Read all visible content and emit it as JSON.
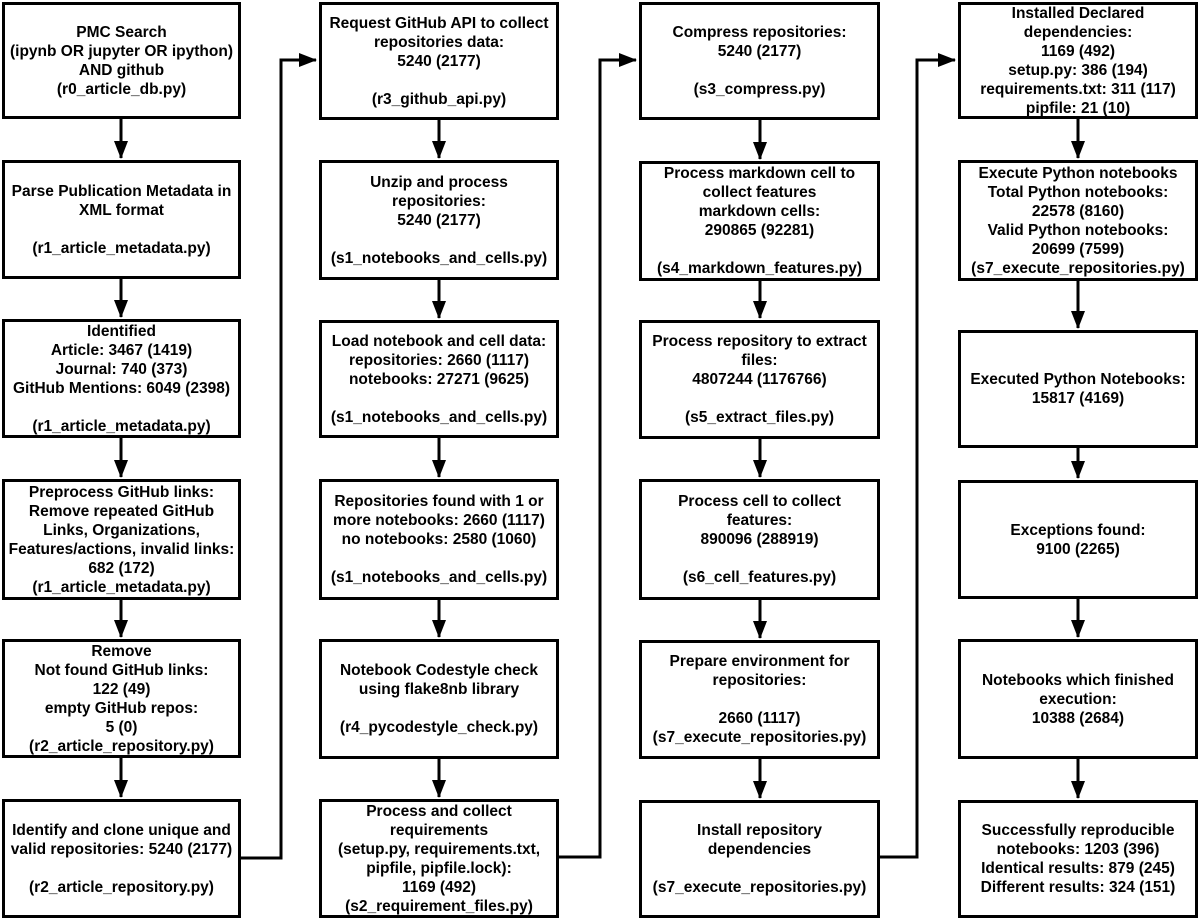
{
  "colors": {
    "background": "#ffffff",
    "box_border": "#000000",
    "box_fill": "#ffffff",
    "text": "#000000",
    "arrow": "#000000"
  },
  "diagram": {
    "type": "flowchart",
    "columns": [
      {
        "id": "article-collection",
        "boxes": [
          {
            "id": "pmc-search",
            "lines": [
              "PMC Search",
              "(ipynb OR jupyter OR ipython)",
              "AND github",
              "(r0_article_db.py)"
            ]
          },
          {
            "id": "parse-metadata",
            "lines": [
              "Parse Publication Metadata in",
              "XML format",
              "",
              "(r1_article_metadata.py)"
            ]
          },
          {
            "id": "identified-counts",
            "lines": [
              "Identified",
              "Article: 3467 (1419)",
              "Journal: 740 (373)",
              "GitHub Mentions: 6049 (2398)",
              "",
              "(r1_article_metadata.py)"
            ]
          },
          {
            "id": "preprocess-github-links",
            "lines": [
              "Preprocess GitHub links:",
              "Remove repeated GitHub",
              "Links, Organizations,",
              "Features/actions, invalid links:",
              "682 (172)",
              "(r1_article_metadata.py)"
            ]
          },
          {
            "id": "remove-not-found",
            "lines": [
              "Remove",
              "Not found GitHub links:",
              "122 (49)",
              "empty GitHub repos:",
              "5 (0)",
              "(r2_article_repository.py)"
            ]
          },
          {
            "id": "clone-repositories",
            "lines": [
              "Identify and clone unique and",
              "valid repositories: 5240 (2177)",
              "",
              "(r2_article_repository.py)"
            ]
          }
        ]
      },
      {
        "id": "repository-processing",
        "boxes": [
          {
            "id": "github-api-request",
            "lines": [
              "Request GitHub API to collect",
              "repositories data:",
              "5240 (2177)",
              "",
              "(r3_github_api.py)"
            ]
          },
          {
            "id": "unzip-repositories",
            "lines": [
              "Unzip and process",
              "repositories:",
              "5240 (2177)",
              "",
              "(s1_notebooks_and_cells.py)"
            ]
          },
          {
            "id": "load-notebook-cell-data",
            "lines": [
              "Load notebook and cell data:",
              "repositories: 2660 (1117)",
              "notebooks: 27271 (9625)",
              "",
              "(s1_notebooks_and_cells.py)"
            ]
          },
          {
            "id": "repositories-with-notebooks",
            "lines": [
              "Repositories found with 1 or",
              "more notebooks: 2660 (1117)",
              "no notebooks: 2580 (1060)",
              "",
              "(s1_notebooks_and_cells.py)"
            ]
          },
          {
            "id": "codestyle-check",
            "lines": [
              "Notebook Codestyle check",
              "using flake8nb library",
              "",
              "(r4_pycodestyle_check.py)"
            ]
          },
          {
            "id": "collect-requirements",
            "lines": [
              "Process and collect",
              "requirements",
              "(setup.py, requirements.txt,",
              "pipfile, pipfile.lock):",
              "1169 (492)",
              "(s2_requirement_files.py)"
            ]
          }
        ]
      },
      {
        "id": "feature-extraction",
        "boxes": [
          {
            "id": "compress-repositories",
            "lines": [
              "Compress repositories:",
              "5240 (2177)",
              "",
              "(s3_compress.py)"
            ]
          },
          {
            "id": "markdown-features",
            "lines": [
              "Process markdown cell to",
              "collect features",
              "markdown cells:",
              "290865 (92281)",
              "",
              "(s4_markdown_features.py)"
            ]
          },
          {
            "id": "extract-files",
            "lines": [
              "Process repository to extract",
              "files:",
              "4807244 (1176766)",
              "",
              "(s5_extract_files.py)"
            ]
          },
          {
            "id": "cell-features",
            "lines": [
              "Process cell to collect",
              "features:",
              "890096 (288919)",
              "",
              "(s6_cell_features.py)"
            ]
          },
          {
            "id": "prepare-environment",
            "lines": [
              "Prepare environment for",
              "repositories:",
              "",
              "2660 (1117)",
              "(s7_execute_repositories.py)"
            ]
          },
          {
            "id": "install-dependencies",
            "lines": [
              "Install repository",
              "dependencies",
              "",
              "(s7_execute_repositories.py)"
            ]
          }
        ]
      },
      {
        "id": "execution-results",
        "boxes": [
          {
            "id": "installed-dependencies",
            "lines": [
              "Installed Declared",
              "dependencies:",
              "1169 (492)",
              "setup.py: 386 (194)",
              "requirements.txt: 311 (117)",
              "pipfile: 21 (10)"
            ]
          },
          {
            "id": "execute-notebooks",
            "lines": [
              "Execute Python notebooks",
              "Total Python notebooks:",
              "22578 (8160)",
              "Valid Python notebooks:",
              "20699 (7599)",
              "(s7_execute_repositories.py)"
            ]
          },
          {
            "id": "executed-notebooks",
            "lines": [
              "Executed Python Notebooks:",
              "15817 (4169)"
            ]
          },
          {
            "id": "exceptions-found",
            "lines": [
              "Exceptions found:",
              "9100 (2265)"
            ]
          },
          {
            "id": "finished-execution",
            "lines": [
              "Notebooks which finished",
              "execution:",
              "10388 (2684)"
            ]
          },
          {
            "id": "reproducible-notebooks",
            "lines": [
              "Successfully reproducible",
              "notebooks: 1203 (396)",
              "Identical results: 879 (245)",
              "Different results: 324 (151)"
            ]
          }
        ]
      }
    ]
  }
}
